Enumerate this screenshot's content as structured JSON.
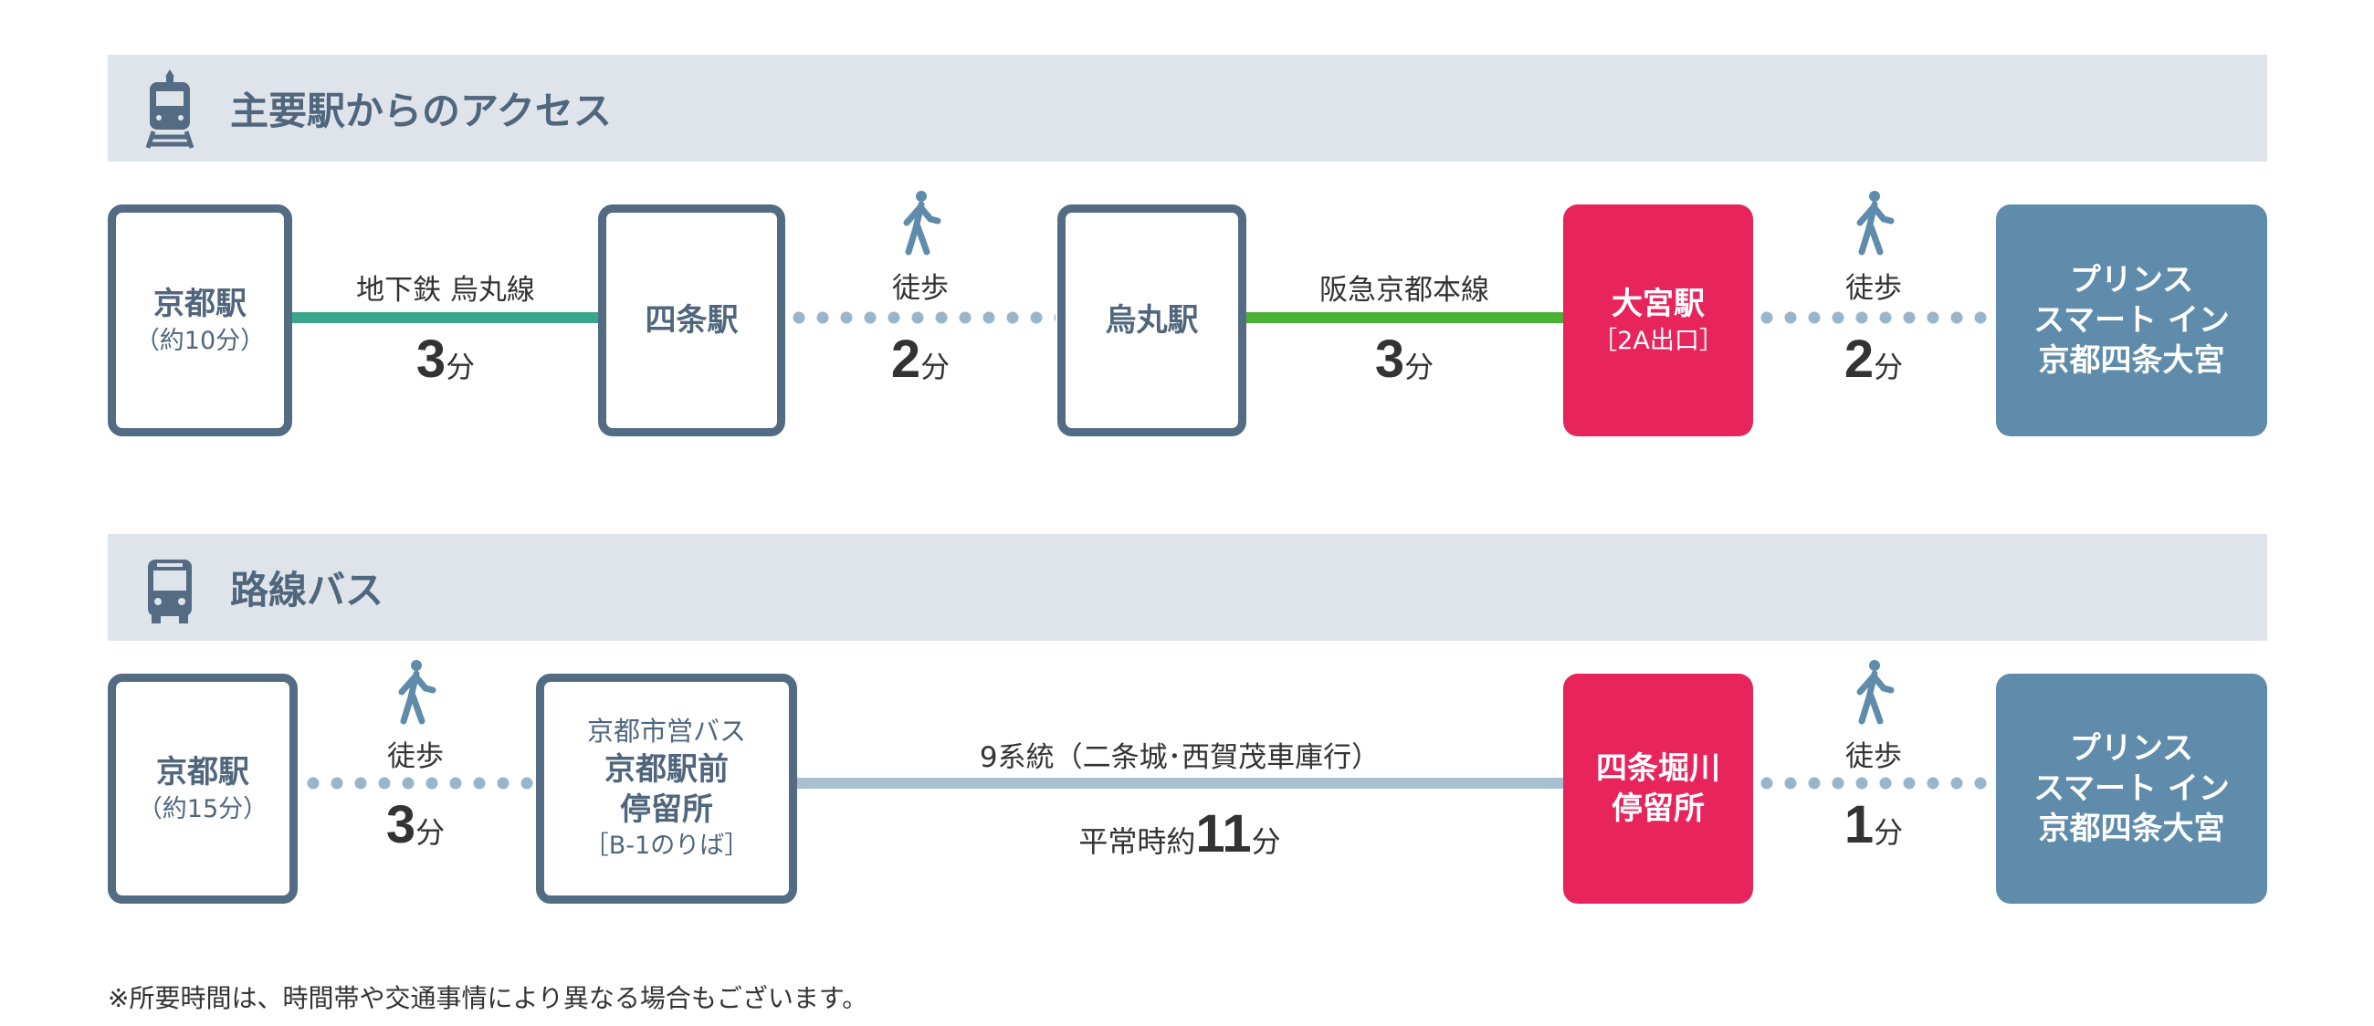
{
  "section1": {
    "title": "主要駅からのアクセス",
    "icon": "train-icon",
    "stations": [
      {
        "name": "京都駅",
        "sub": "（約10分）"
      },
      {
        "name": "四条駅"
      },
      {
        "name": "烏丸駅"
      },
      {
        "name": "大宮駅",
        "sub": "［2A出口］"
      },
      {
        "name": "プリンス\nスマート イン\n京都四条大宮"
      }
    ],
    "legs": [
      {
        "label": "地下鉄 烏丸線",
        "num": "3",
        "unit": "分"
      },
      {
        "label": "徒歩",
        "num": "2",
        "unit": "分"
      },
      {
        "label": "阪急京都本線",
        "num": "3",
        "unit": "分"
      },
      {
        "label": "徒歩",
        "num": "2",
        "unit": "分"
      }
    ]
  },
  "section2": {
    "title": "路線バス",
    "icon": "bus-icon",
    "stations": [
      {
        "name": "京都駅",
        "sub": "（約15分）"
      },
      {
        "pre": "京都市営バス",
        "name": "京都駅前\n停留所",
        "sub": "［B-1のりば］"
      },
      {
        "name": "四条堀川\n停留所"
      },
      {
        "name": "プリンス\nスマート イン\n京都四条大宮"
      }
    ],
    "legs": [
      {
        "label": "徒歩",
        "num": "3",
        "unit": "分"
      },
      {
        "label": "9系統（二条城･西賀茂車庫行）",
        "pre": "平常時約",
        "num": "11",
        "unit": "分"
      },
      {
        "label": "徒歩",
        "num": "1",
        "unit": "分"
      }
    ]
  },
  "note": "※所要時間は、時間帯や交通事情により異なる場合もございます。",
  "colors": {
    "header": "#dfe4ea",
    "border": "#536c84",
    "subway": "#3aa68c",
    "hankyu": "#4bb135",
    "highlight": "#e8245c",
    "hotel": "#5f8caa",
    "walk": "#9ab5c9",
    "bus": "#a8c0d0"
  }
}
